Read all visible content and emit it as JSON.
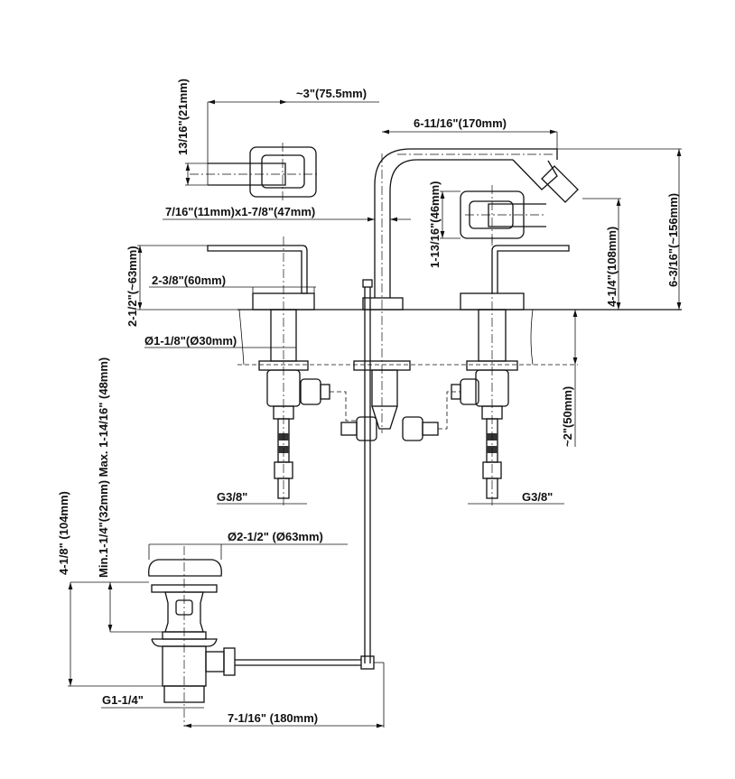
{
  "diagram": {
    "title": "Widespread bidet faucet technical drawing",
    "dimensions": {
      "handle_height": "13/16\"(21mm)",
      "handle_length": "~3\"(75.5mm)",
      "spout_reach": "6-11/16\"(170mm)",
      "spout_section": "7/16\"(11mm)x1-7/8\"(47mm)",
      "handle_width": "1-13/16\"(46mm)",
      "lever_height": "2-1/2\"(~63mm)",
      "nozzle_height": "4-1/4\"(108mm)",
      "overall_height": "6-3/16\"(~156mm)",
      "flange_diameter": "2-3/8\"(60mm)",
      "shank_diameter": "Ø1-1/8\"(Ø30mm)",
      "deck_thickness": "Min.1-1/4\"(32mm) Max. 1-14/16\" (48mm)",
      "deck_depth": "~2\"(50mm)",
      "inlet_left": "G3/8\"",
      "inlet_right": "G3/8\"",
      "drain_cap_diameter": "Ø2-1/2\" (Ø63mm)",
      "drain_height": "4-1/8\" (104mm)",
      "drain_thread": "G1-1/4\"",
      "rod_distance": "7-1/16\" (180mm)"
    }
  }
}
